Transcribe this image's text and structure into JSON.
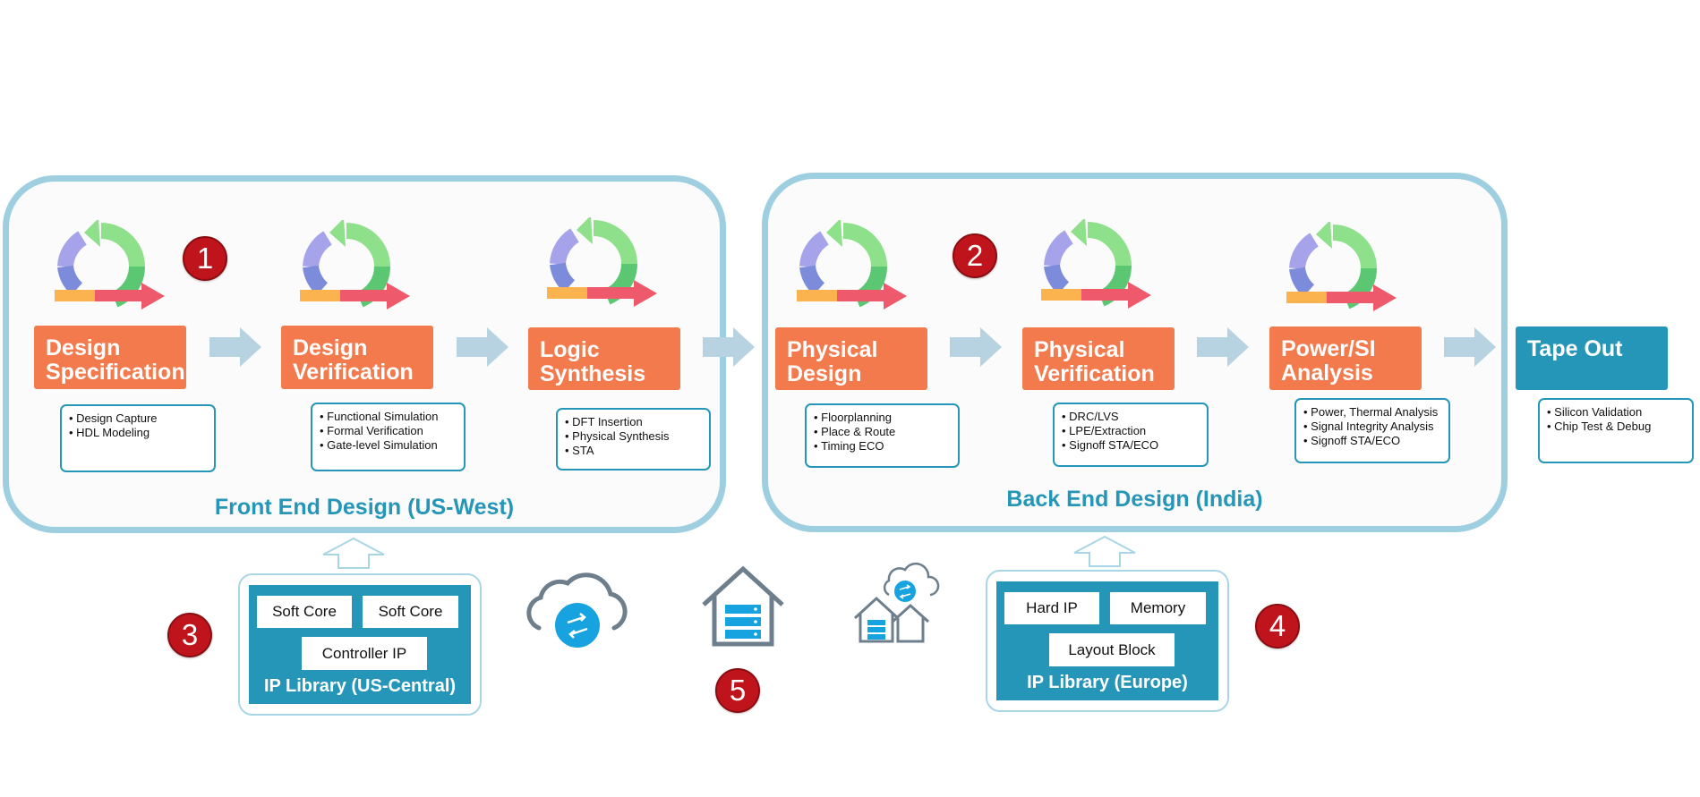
{
  "regions": {
    "front_end": "Front End Design (US-West)",
    "back_end": "Back End Design (India)"
  },
  "stages": {
    "design_spec": {
      "line1": "Design",
      "line2": "Specification",
      "tasks": [
        "Design Capture",
        "HDL Modeling"
      ]
    },
    "design_ver": {
      "line1": "Design",
      "line2": "Verification",
      "tasks": [
        "Functional  Simulation",
        "Formal Verification",
        "Gate-level Simulation"
      ]
    },
    "logic_syn": {
      "line1": "Logic",
      "line2": "Synthesis",
      "tasks": [
        "DFT Insertion",
        "Physical Synthesis",
        "STA"
      ]
    },
    "phys_design": {
      "line1": "Physical",
      "line2": "Design",
      "tasks": [
        "Floorplanning",
        "Place & Route",
        "Timing ECO"
      ]
    },
    "phys_ver": {
      "line1": "Physical",
      "line2": "Verification",
      "tasks": [
        "DRC/LVS",
        "LPE/Extraction",
        "Signoff STA/ECO"
      ]
    },
    "power_si": {
      "line1": "Power/SI",
      "line2": "Analysis",
      "tasks": [
        "Power, Thermal Analysis",
        "Signal Integrity Analysis",
        "Signoff STA/ECO"
      ]
    },
    "tape_out": {
      "line1": "Tape Out",
      "tasks": [
        "Silicon Validation",
        "Chip Test & Debug"
      ]
    }
  },
  "badges": {
    "b1": "1",
    "b2": "2",
    "b3": "3",
    "b4": "4",
    "b5": "5"
  },
  "ip_library_us": {
    "chip1": "Soft Core",
    "chip2": "Soft Core",
    "chip3": "Controller IP",
    "label": "IP Library (US-Central)"
  },
  "ip_library_eu": {
    "chip1": "Hard IP",
    "chip2": "Memory",
    "chip3": "Layout Block",
    "label": "IP Library (Europe)"
  },
  "icons": [
    "cycle-arrow-icon",
    "cloud-exchange-icon",
    "datacenter-house-icon",
    "hybrid-cloud-sites-icon",
    "up-arrow-icon",
    "right-arrow-icon"
  ],
  "colors": {
    "stage_orange": "#f27a4d",
    "accent_teal": "#2596b8",
    "region_border": "#9ecfe0",
    "badge_red": "#c0141c",
    "flow_arrow": "#b7d3e2"
  }
}
